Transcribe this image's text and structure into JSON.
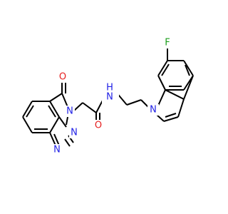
{
  "molecule": {
    "atoms": {
      "carbonyl_oxygen_ring": "O",
      "triazine_n3": "N",
      "triazine_n2": "N",
      "triazine_n1": "N",
      "amide_oxygen": "O",
      "amide_nitrogen": "N",
      "amide_hydrogen": "H",
      "indole_nitrogen": "N",
      "fluorine": "F"
    },
    "colors": {
      "bond": "#000000",
      "nitrogen": "#1f1fe6",
      "oxygen": "#e62020",
      "fluorine": "#1a9e1a"
    }
  }
}
